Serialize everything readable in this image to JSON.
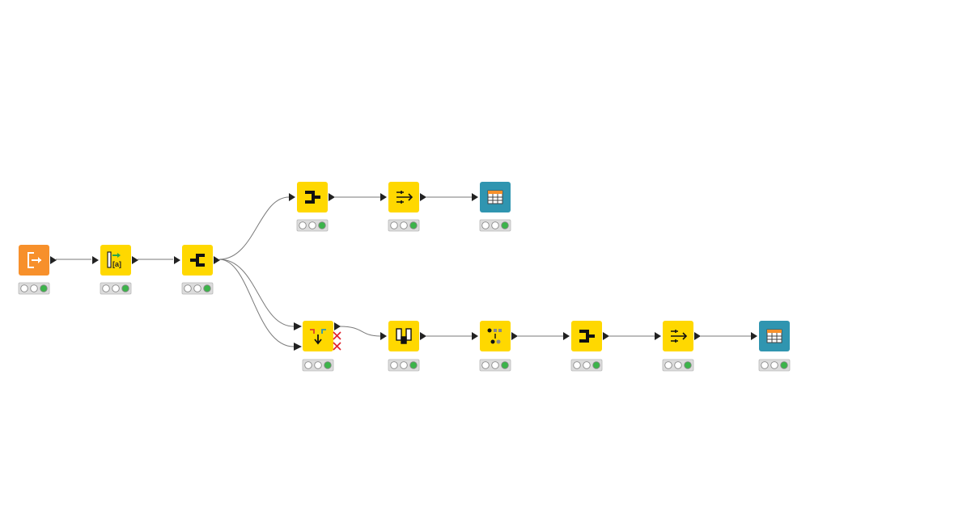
{
  "workflow": {
    "nodes": [
      {
        "id": "n1",
        "type": "reader",
        "icon": "file-reader-icon",
        "category": "source",
        "color": "#f7902b",
        "status": "executed"
      },
      {
        "id": "n2",
        "type": "column-transform",
        "icon": "column-transform-icon",
        "category": "manipulator",
        "color": "#ffd800",
        "status": "executed"
      },
      {
        "id": "n3",
        "type": "splitter",
        "icon": "splitter-icon",
        "category": "manipulator",
        "color": "#ffd800",
        "status": "executed"
      },
      {
        "id": "n4",
        "type": "column-filter",
        "icon": "column-filter-icon",
        "category": "manipulator",
        "color": "#ffd800",
        "status": "executed"
      },
      {
        "id": "n5",
        "type": "row-transform",
        "icon": "row-transform-icon",
        "category": "manipulator",
        "color": "#ffd800",
        "status": "executed"
      },
      {
        "id": "n6",
        "type": "table-view",
        "icon": "table-view-icon",
        "category": "view",
        "color": "#3095b0",
        "status": "executed"
      },
      {
        "id": "n7",
        "type": "joiner",
        "icon": "joiner-icon",
        "category": "manipulator",
        "color": "#ffd800",
        "status": "executed",
        "warning": "unconnected-outputs"
      },
      {
        "id": "n8",
        "type": "pivot",
        "icon": "pivot-icon",
        "category": "manipulator",
        "color": "#ffd800",
        "status": "executed"
      },
      {
        "id": "n9",
        "type": "row-splitter",
        "icon": "row-splitter-icon",
        "category": "manipulator",
        "color": "#ffd800",
        "status": "executed"
      },
      {
        "id": "n10",
        "type": "column-filter",
        "icon": "column-filter-icon",
        "category": "manipulator",
        "color": "#ffd800",
        "status": "executed"
      },
      {
        "id": "n11",
        "type": "row-transform",
        "icon": "row-transform-icon",
        "category": "manipulator",
        "color": "#ffd800",
        "status": "executed"
      },
      {
        "id": "n12",
        "type": "table-view",
        "icon": "table-view-icon",
        "category": "view",
        "color": "#3095b0",
        "status": "executed"
      }
    ],
    "connections": [
      {
        "from": "n1",
        "to": "n2"
      },
      {
        "from": "n2",
        "to": "n3"
      },
      {
        "from": "n3",
        "to": "n4"
      },
      {
        "from": "n4",
        "to": "n5"
      },
      {
        "from": "n5",
        "to": "n6"
      },
      {
        "from": "n3",
        "to": "n7",
        "port": 1
      },
      {
        "from": "n3",
        "to": "n7",
        "port": 2
      },
      {
        "from": "n7",
        "to": "n8"
      },
      {
        "from": "n8",
        "to": "n9"
      },
      {
        "from": "n9",
        "to": "n10"
      },
      {
        "from": "n10",
        "to": "n11"
      },
      {
        "from": "n11",
        "to": "n12"
      }
    ],
    "status_colors": {
      "idle": "#ffffff",
      "executed": "#3cb44a",
      "border": "#8a8a8a",
      "tray": "#dcdcdc"
    }
  }
}
